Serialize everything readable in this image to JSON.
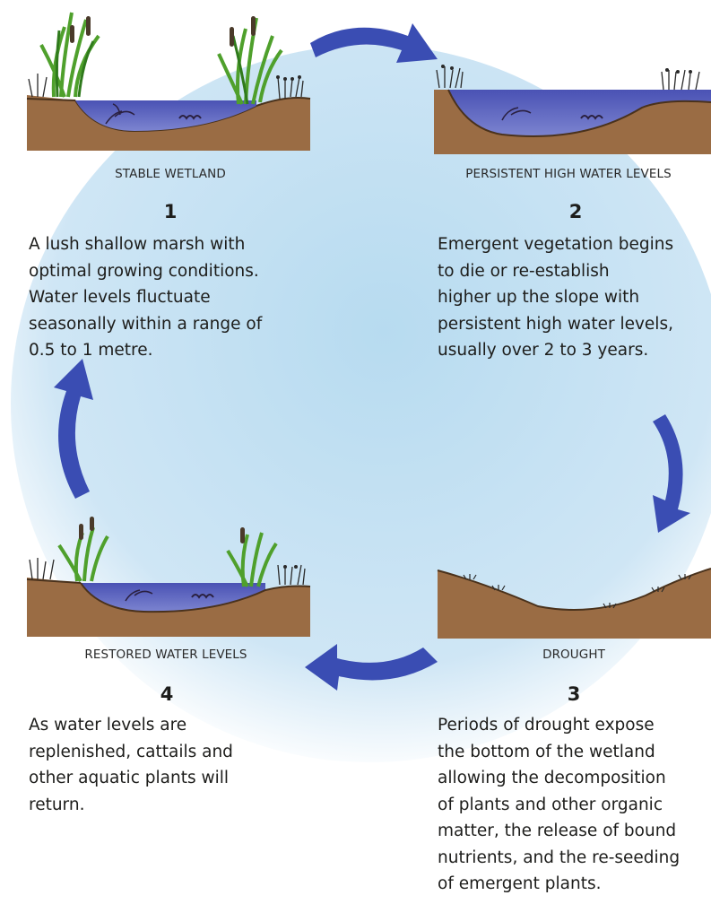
{
  "colors": {
    "circle_center": "#b7dbf0",
    "circle_edge": "#ffffff",
    "arrow": "#3a4db3",
    "water": "#5a64c0",
    "soil": "#9a6c44",
    "soil_dark": "#4a321c",
    "vegetation": "#4fa02c",
    "cattail": "#4a3a2a"
  },
  "stages": [
    {
      "caption": "STABLE WETLAND",
      "number": "1",
      "lines": [
        "A lush shallow marsh with",
        "optimal growing conditions.",
        "Water levels fluctuate",
        "seasonally within a range of",
        "0.5 to 1 metre."
      ]
    },
    {
      "caption": "PERSISTENT HIGH WATER LEVELS",
      "number": "2",
      "lines": [
        "Emergent vegetation begins",
        "to die or re-establish",
        "higher up the slope with",
        "persistent high water levels,",
        "usually over 2 to 3 years."
      ]
    },
    {
      "caption": "DROUGHT",
      "number": "3",
      "lines": [
        "Periods of drought expose",
        "the bottom of the wetland",
        "allowing the decomposition",
        "of plants and other organic",
        "matter, the release of bound",
        "nutrients, and the re-seeding",
        "of emergent plants."
      ]
    },
    {
      "caption": "RESTORED WATER LEVELS",
      "number": "4",
      "lines": [
        "As water levels are",
        "replenished, cattails and",
        "other aquatic plants will",
        "return."
      ]
    }
  ]
}
